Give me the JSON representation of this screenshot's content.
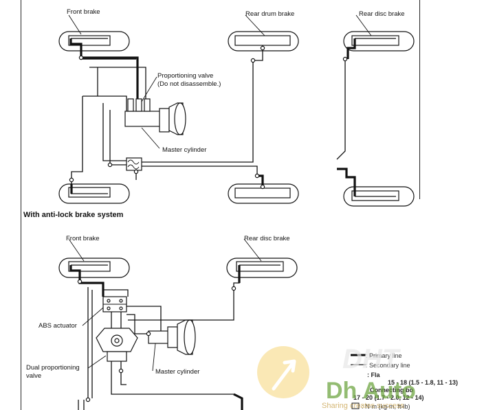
{
  "labels": {
    "front_brake_top": "Front brake",
    "rear_drum_brake": "Rear drum brake",
    "rear_disc_brake_top": "Rear disc brake",
    "proportioning_valve_line1": "Proportioning valve",
    "proportioning_valve_line2": "(Do not disassemble.)",
    "master_cylinder_top": "Master cylinder",
    "section_heading": "With anti-lock brake system",
    "front_brake_bottom": "Front brake",
    "rear_disc_brake_bottom": "Rear disc brake",
    "abs_actuator": "ABS actuator",
    "dual_prop_valve_line1": "Dual proportioning",
    "dual_prop_valve_line2": "valve",
    "master_cylinder_bottom": "Master cylinder"
  },
  "legend": {
    "primary_line": ": Primary line",
    "secondary_line": ": Secondary line",
    "flare_nut": ": Fla",
    "flare_torque": "15 - 18 (1.5 - 1.8, 11 - 13)",
    "connecting_bolt": "Connecting bo",
    "connecting_torque": "17 - 20 (1.7 - 2.0, 12 - 14)",
    "units": ": N·m (kg-m, ft-lb)"
  },
  "watermark": {
    "logo_text": "DHT",
    "brand_text": "Dh Auto",
    "tagline": "Sharing creates success"
  }
}
